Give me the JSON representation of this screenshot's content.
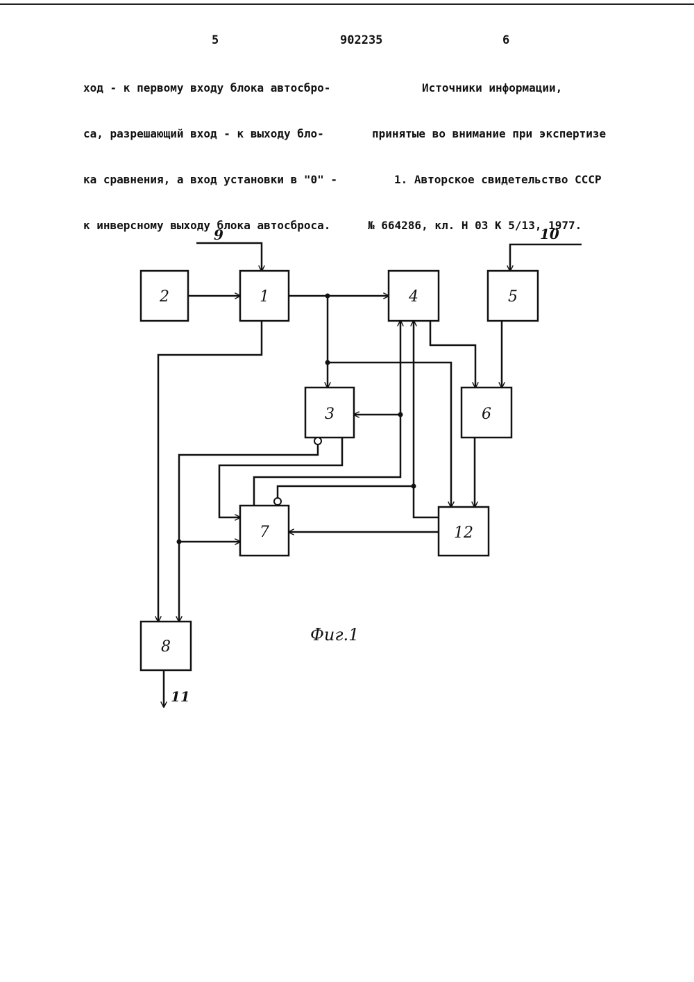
{
  "header": {
    "left_col_no": "5",
    "patent_no": "902235",
    "right_col_no": "6"
  },
  "left_column": [
    "ход - к первому входу блока автосбро-",
    "са, разрешающий вход - к выходу бло-",
    "ка сравнения, а вход установки в \"0\" -",
    "к инверсному выходу блока автосброса."
  ],
  "right_column": [
    "Источники информации,",
    "принятые во внимание при экспертизе",
    "1. Авторское свидетельство СССР",
    "№ 664286, кл. Н 03 К 5/13, 1977."
  ],
  "figure": {
    "caption": "Фиг.1",
    "blocks": [
      {
        "id": "b1",
        "label": "1"
      },
      {
        "id": "b2",
        "label": "2"
      },
      {
        "id": "b3",
        "label": "3"
      },
      {
        "id": "b4",
        "label": "4"
      },
      {
        "id": "b5",
        "label": "5"
      },
      {
        "id": "b6",
        "label": "6"
      },
      {
        "id": "b7",
        "label": "7"
      },
      {
        "id": "b8",
        "label": "8"
      },
      {
        "id": "b12",
        "label": "12"
      }
    ],
    "terminals": {
      "in9": "9",
      "in10": "10",
      "out11": "11"
    }
  }
}
